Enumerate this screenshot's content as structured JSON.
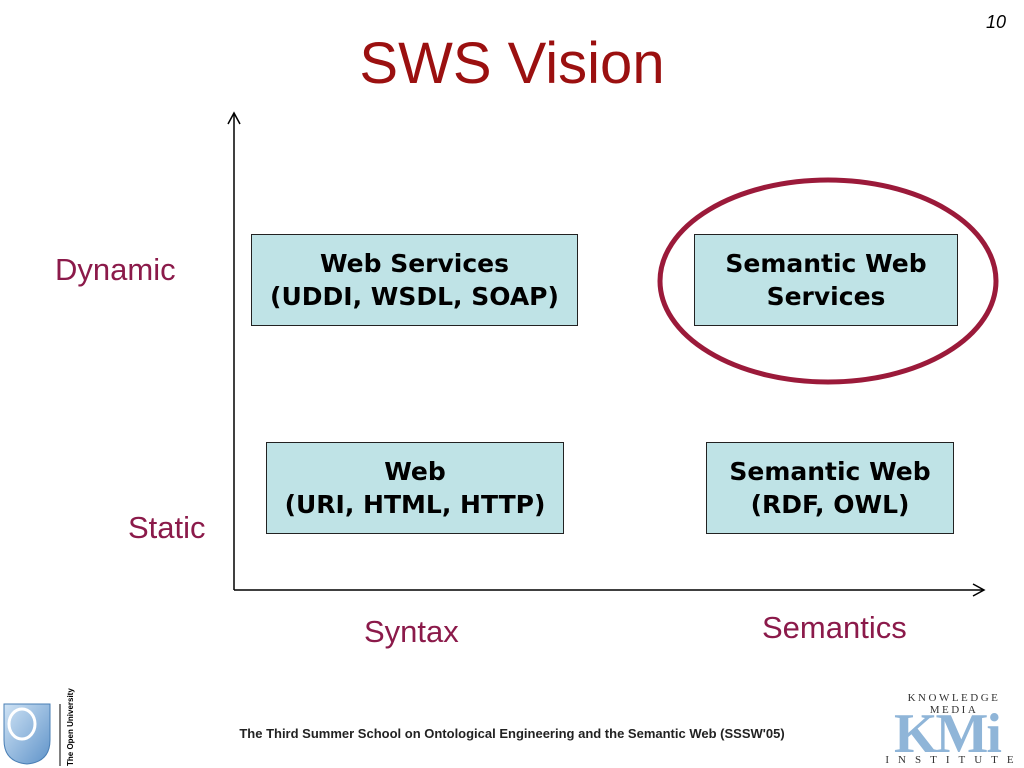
{
  "slide_number": "10",
  "title": "SWS Vision",
  "axes": {
    "y_high": "Dynamic",
    "y_low": "Static",
    "x_low": "Syntax",
    "x_high": "Semantics"
  },
  "boxes": {
    "web_services": {
      "line1": "Web Services",
      "line2": "(UDDI, WSDL, SOAP)"
    },
    "semantic_web_services": {
      "line1": "Semantic Web",
      "line2": "Services"
    },
    "web": {
      "line1": "Web",
      "line2": "(URI, HTML, HTTP)"
    },
    "semantic_web": {
      "line1": "Semantic Web",
      "line2": "(RDF, OWL)"
    }
  },
  "highlight_color": "#9b1a3a",
  "footer": "The Third Summer School on Ontological Engineering and the Semantic Web (SSSW'05)",
  "logos": {
    "open_university": "The Open University",
    "kmi_top": "KNOWLEDGE MEDIA",
    "kmi_mark": "KMi",
    "kmi_bottom": "INSTITUTE"
  }
}
